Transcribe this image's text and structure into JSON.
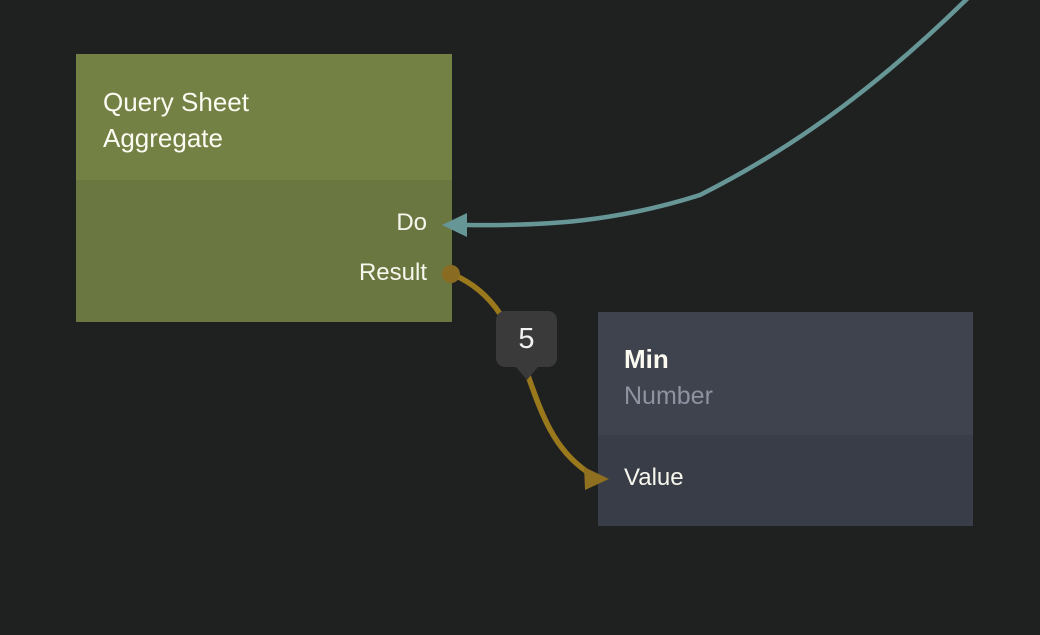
{
  "canvas": {
    "background_color": "#1F2020"
  },
  "nodes": [
    {
      "title": "Query Sheet Aggregate",
      "header_color": "#748145",
      "body_color": "#6B7740",
      "ports": [
        {
          "name": "Do",
          "direction": "input",
          "side": "right",
          "connector": "arrow",
          "color": "#679697"
        },
        {
          "name": "Result",
          "direction": "output",
          "side": "right",
          "connector": "dot",
          "color": "#8A6B22"
        }
      ]
    },
    {
      "title": "Min",
      "subtitle": "Number",
      "header_color": "#3F434E",
      "body_color": "#393D47",
      "ports": [
        {
          "name": "Value",
          "direction": "input",
          "side": "left",
          "connector": "arrow",
          "color": "#8F6F20"
        }
      ]
    }
  ],
  "wires": [
    {
      "from": "offscreen-top-right",
      "to": "Query Sheet Aggregate.Do",
      "color": "#679697"
    },
    {
      "from": "Query Sheet Aggregate.Result",
      "to": "Min.Value",
      "color": "#9A791D",
      "value_label": "5"
    }
  ],
  "badge": {
    "label": "5",
    "background": "#3A3A3A",
    "text_color": "#F2F2F2"
  }
}
